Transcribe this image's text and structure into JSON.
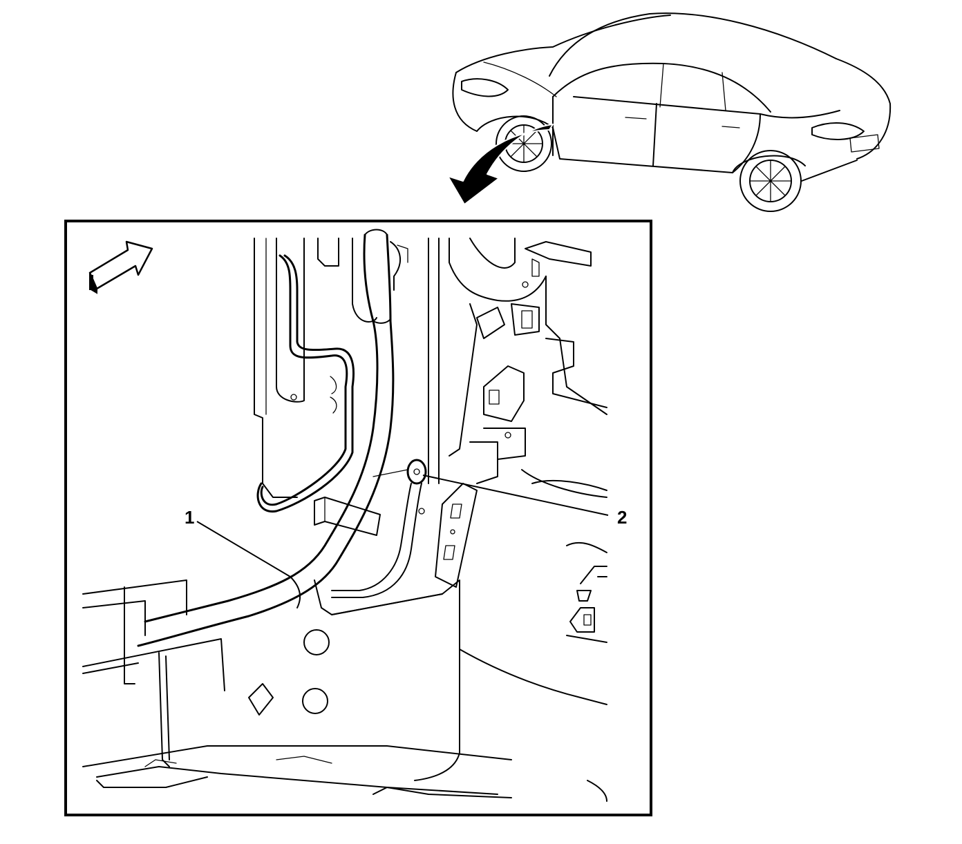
{
  "callouts": [
    {
      "id": "1",
      "label": "1"
    },
    {
      "id": "2",
      "label": "2"
    }
  ],
  "icons": {
    "vehicle": "sedan-outline-icon",
    "view_arrow": "curved-arrow-icon",
    "orientation": "forward-arrow-icon"
  }
}
